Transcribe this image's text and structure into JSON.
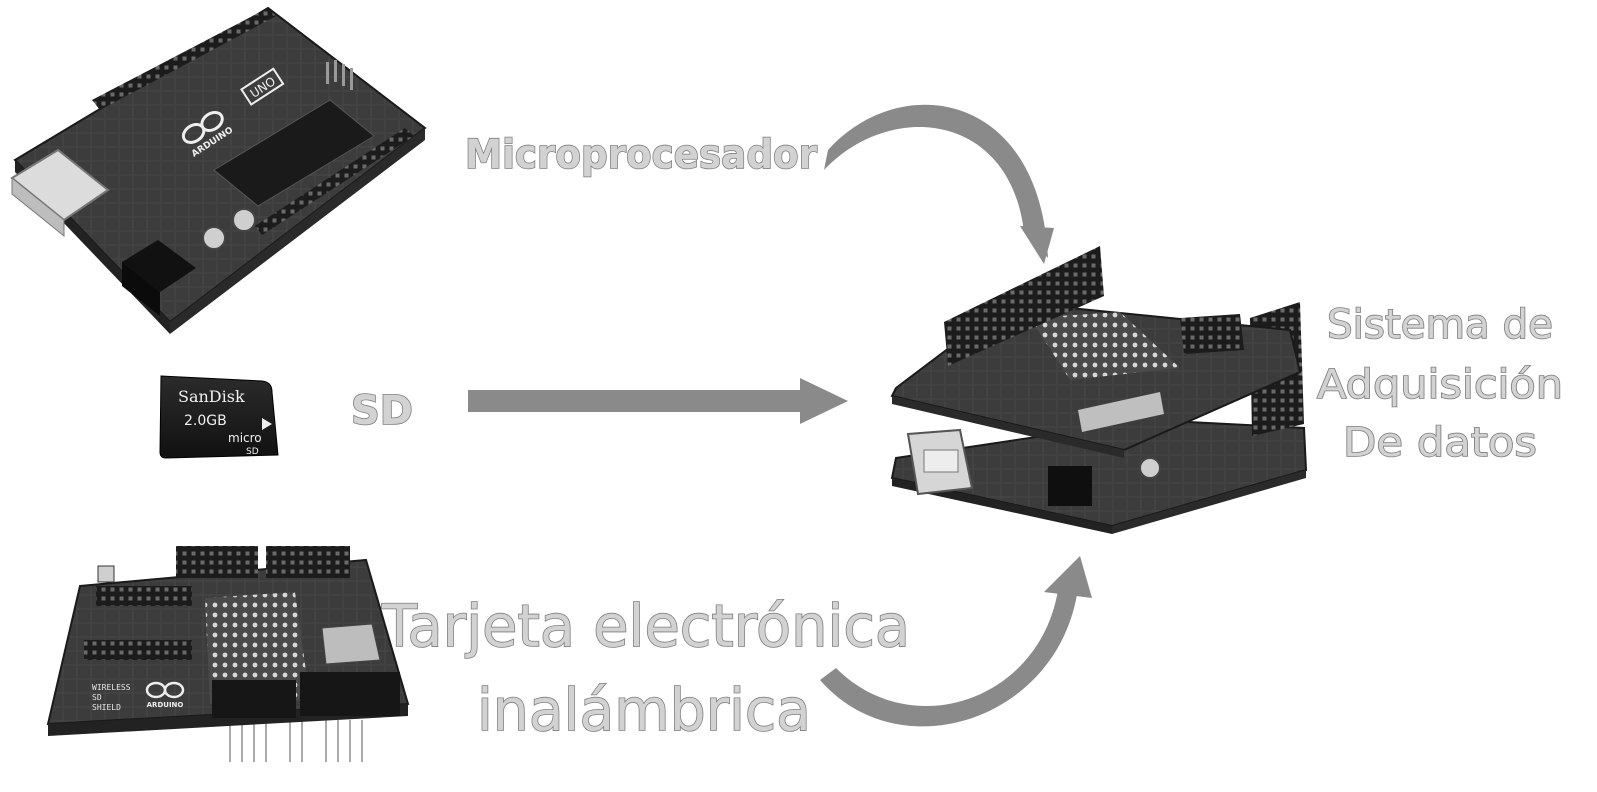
{
  "inputs": {
    "microprocessor": {
      "label": "Microprocesador",
      "icon": "arduino-uno-board"
    },
    "storage": {
      "label": "SD",
      "icon": "micro-sd-card",
      "card_brand": "SanDisk",
      "card_capacity": "2.0GB",
      "card_type": "micro",
      "card_type_suffix": "SD"
    },
    "wireless": {
      "label_line1": "Tarjeta electrónica",
      "label_line2": "inalámbrica",
      "icon": "wireless-sd-shield",
      "board_text": [
        "WIRELESS",
        "SD",
        "SHIELD"
      ],
      "board_brand": "ARDUINO"
    }
  },
  "output": {
    "icon": "stacked-arduino-assembly",
    "label_lines": [
      "Sistema de",
      "Adquisición",
      "De datos"
    ]
  },
  "uno_board_text": {
    "brand": "ARDUINO",
    "model": "UNO"
  },
  "colors": {
    "arrow": "#8a8a8a",
    "label_fill": "#d2d2d2",
    "label_stroke": "#7e7e7e",
    "pcb": "#3a3a3a"
  }
}
